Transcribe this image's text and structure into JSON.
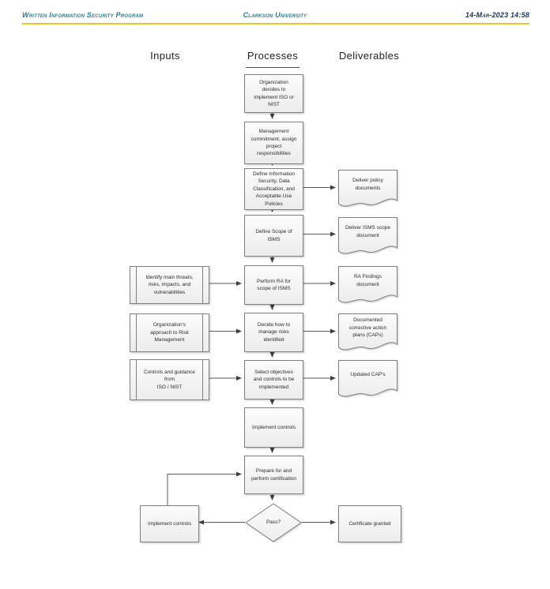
{
  "header": {
    "left": "Written Information Security Program",
    "center": "Clarkson University",
    "right": "14-Mar-2023 14:58",
    "accent_color": "#2d7d8f",
    "date_color": "#17365d",
    "rule_color": "#edc32c"
  },
  "columns": {
    "inputs": "Inputs",
    "processes": "Processes",
    "deliverables": "Deliverables"
  },
  "flow": {
    "processes": [
      "Organization\ndecides to\nimplement ISO or\nNIST",
      "Management\ncommitment, assign\nproject\nresponsibilities",
      "Define Information\nSecurity, Data\nClassification, and\nAcceptable Use\nPolicies",
      "Define Scope of\nISMS",
      "Perform RA for\nscope of ISMS",
      "Decide how to\nmanage risks\nidentified",
      "Select objectives\nand controls to be\nimplemented",
      "Implement controls",
      "Prepare for and\nperform certification"
    ],
    "decision": "Pass?",
    "loop": "Implement controls",
    "inputs": [
      "Identify main threats,\nrisks, impacts, and\nvulnerabilities",
      "Organization's\napproach to Risk\nManagement",
      "Controls and guidance\nfrom\nISO / NIST"
    ],
    "deliverables": [
      "Deliver policy\ndocuments",
      "Deliver ISMS scope\ndocument",
      "RA Findings\ndocument",
      "Documented\ncorrective action\nplans (CAPs)",
      "Updated CAP's",
      "Certificate granted"
    ],
    "node_fill": "#f4f4f4",
    "node_border": "#7f7f7f",
    "wire_color": "#595959"
  }
}
